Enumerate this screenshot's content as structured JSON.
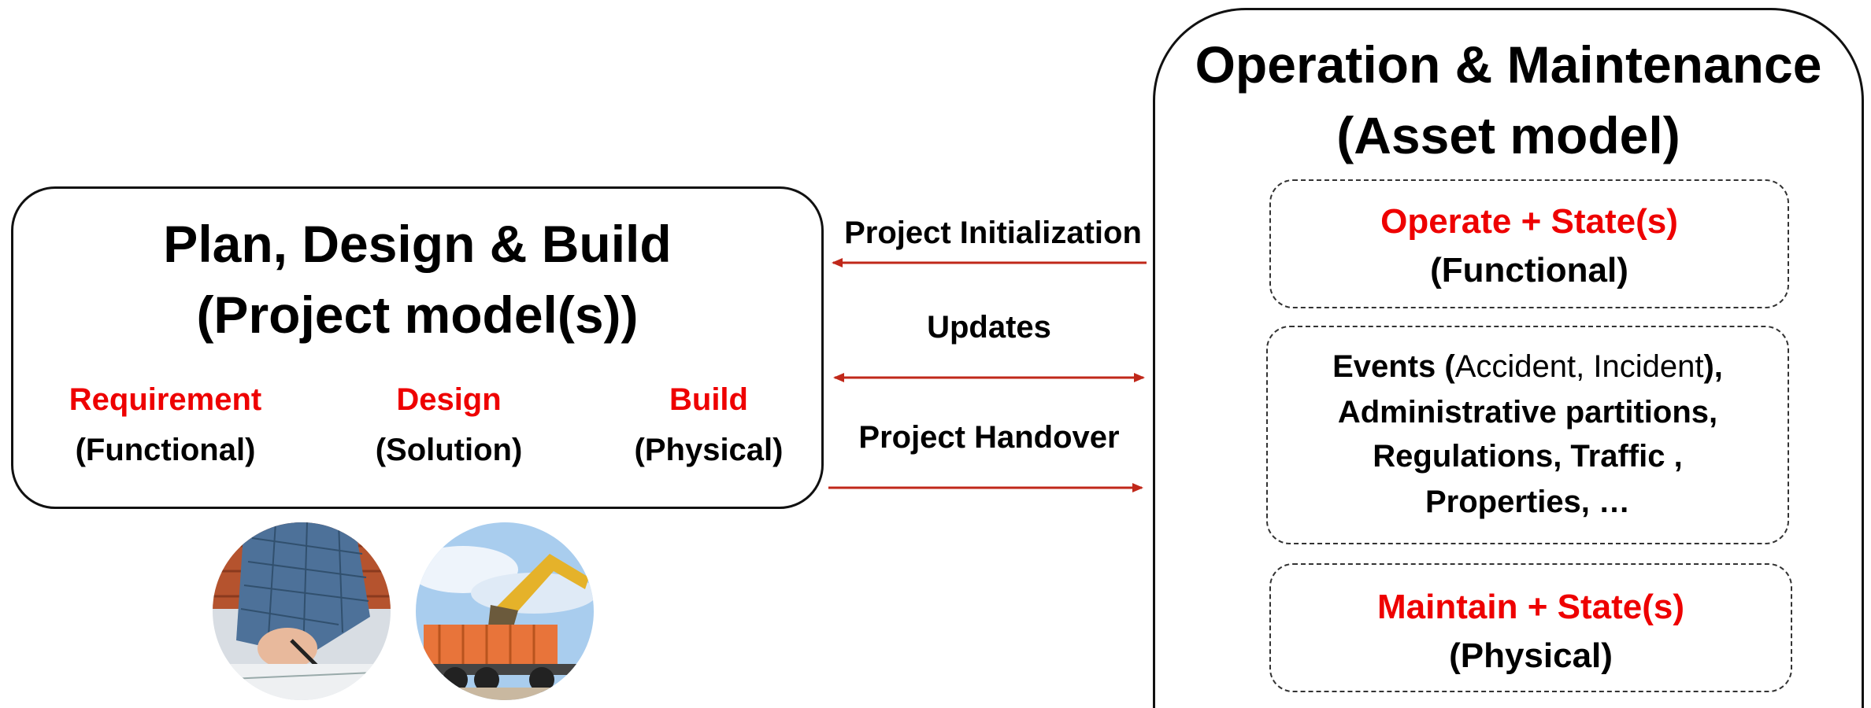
{
  "colors": {
    "accent": "#ee0000",
    "arrow": "#c0281a",
    "outline": "#111111"
  },
  "left_box": {
    "title_line1": "Plan, Design & Build",
    "title_line2": "(Project model(s))",
    "columns": [
      {
        "label": "Requirement",
        "sub": "(Functional)"
      },
      {
        "label": "Design",
        "sub": "(Solution)"
      },
      {
        "label": "Build",
        "sub": "(Physical)"
      }
    ]
  },
  "arrows": {
    "initialization": "Project Initialization",
    "updates": "Updates",
    "handover": "Project Handover"
  },
  "right_box": {
    "title_line1": "Operation & Maintenance",
    "title_line2": "(Asset model)",
    "operate": {
      "label": "Operate + State(s)",
      "sub": "(Functional)"
    },
    "events": {
      "prefix": "Events (",
      "detail": "Accident, Incident",
      "suffix": "),",
      "line2": "Administrative partitions,",
      "line3": "Regulations, Traffic ,",
      "line4": "Properties, …"
    },
    "maintain": {
      "label": "Maintain + State(s)",
      "sub": "(Physical)"
    }
  },
  "photos": [
    {
      "icon": "drafting-hand-photo"
    },
    {
      "icon": "excavator-truck-photo"
    }
  ]
}
